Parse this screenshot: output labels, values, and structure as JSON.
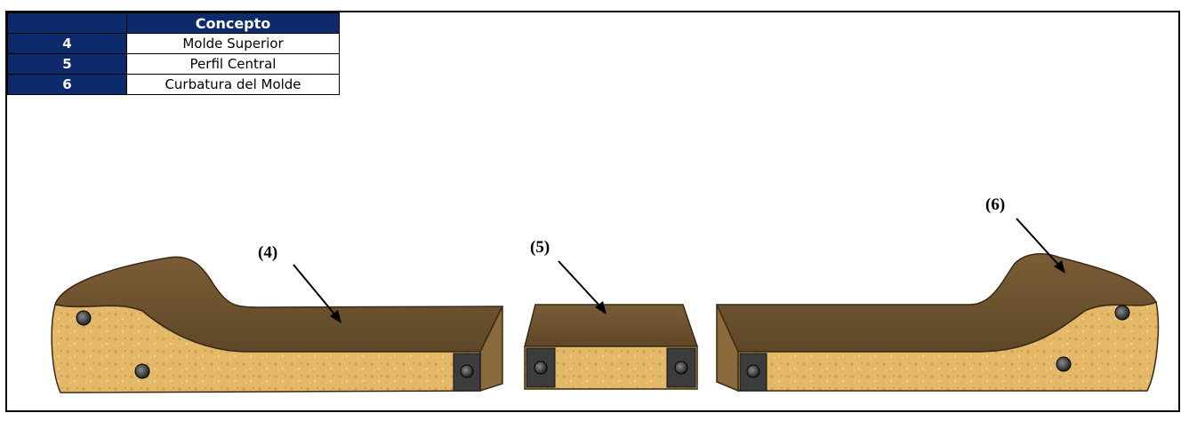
{
  "table": {
    "header": "Concepto",
    "rows": [
      {
        "num": "4",
        "concepto": "Molde Superior"
      },
      {
        "num": "5",
        "concepto": "Perfil Central"
      },
      {
        "num": "6",
        "concepto": "Curbatura del Molde"
      }
    ]
  },
  "callouts": {
    "c4": "(4)",
    "c5": "(5)",
    "c6": "(6)"
  },
  "colors": {
    "header_bg": "#0d2a6b",
    "wood_top": "#6b5230",
    "wood_side": "#e3b868",
    "bolt_plate": "#3c3c3c"
  }
}
